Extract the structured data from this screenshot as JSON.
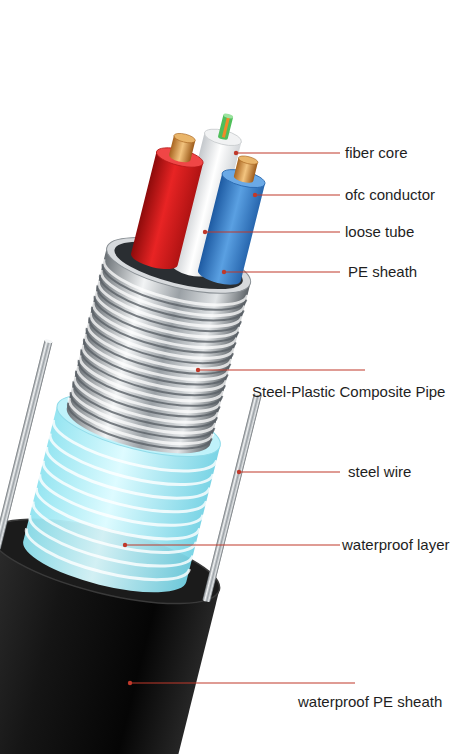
{
  "diagram": {
    "labels": [
      "fiber core",
      "ofc conductor",
      "loose tube",
      "PE sheath",
      "Steel-Plastic Composite Pipe",
      "steel wire",
      "waterproof layer",
      "waterproof PE sheath"
    ]
  }
}
